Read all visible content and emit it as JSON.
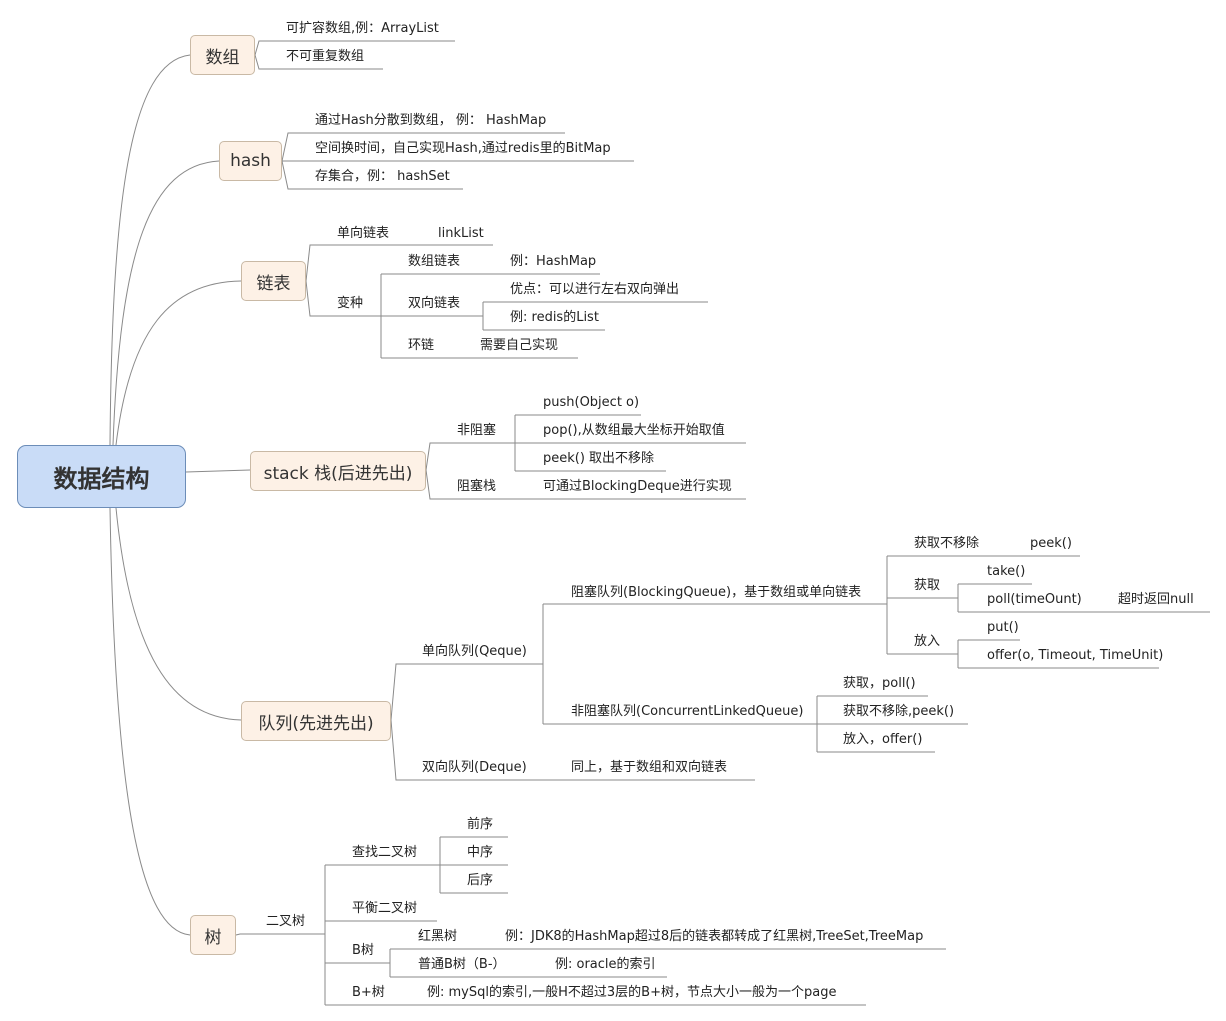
{
  "root": "数据结构",
  "branches": {
    "array": {
      "label": "数组",
      "items": [
        "可扩容数组,例：ArrayList",
        "不可重复数组"
      ]
    },
    "hash": {
      "label": "hash",
      "items": [
        "通过Hash分散到数组， 例： HashMap",
        "空间换时间，自己实现Hash,通过redis里的BitMap",
        "存集合，例： hashSet"
      ]
    },
    "linked": {
      "label": "链表",
      "single": "单向链表",
      "single_ex": "linkList",
      "variant": "变种",
      "array_list": "数组链表",
      "array_list_ex": "例：HashMap",
      "double": "双向链表",
      "double_adv": "优点：可以进行左右双向弹出",
      "double_ex": "例: redis的List",
      "ring": "环链",
      "ring_ex": "需要自己实现"
    },
    "stack": {
      "label": "stack 栈(后进先出)",
      "nonblocking": "非阻塞",
      "push": "push(Object o)",
      "pop": "pop(),从数组最大坐标开始取值",
      "peek": "peek() 取出不移除",
      "blocking": "阻塞栈",
      "blocking_ex": "可通过BlockingDeque进行实现"
    },
    "queue": {
      "label": "队列(先进先出)",
      "single": "单向队列(Qeque)",
      "blocking": "阻塞队列(BlockingQueue)，基于数组或单向链表",
      "get_keep": "获取不移除",
      "get_keep_m": "peek()",
      "get": "获取",
      "take": "take()",
      "poll_timeout": "poll(timeOunt)",
      "timeout_null": "超时返回null",
      "put_label": "放入",
      "put": "put()",
      "offer": "offer(o, Timeout, TimeUnit)",
      "nonblocking": "非阻塞队列(ConcurrentLinkedQueue)",
      "nb_get": "获取，poll()",
      "nb_get_keep": "获取不移除,peek()",
      "nb_put": "放入，offer()",
      "deque": "双向队列(Deque)",
      "deque_ex": "同上，基于数组和双向链表"
    },
    "tree": {
      "label": "树",
      "binary": "二叉树",
      "search": "查找二叉树",
      "pre": "前序",
      "mid": "中序",
      "post": "后序",
      "balanced": "平衡二叉树",
      "btree": "B树",
      "rb": "红黑树",
      "rb_ex": "例：JDK8的HashMap超过8后的链表都转成了红黑树,TreeSet,TreeMap",
      "normal_b": "普通B树（B-）",
      "normal_b_ex": "例: oracle的索引",
      "bplus": "B+树",
      "bplus_ex": "例: mySql的索引,一般H不超过3层的B+树，节点大小一般为一个page"
    }
  }
}
